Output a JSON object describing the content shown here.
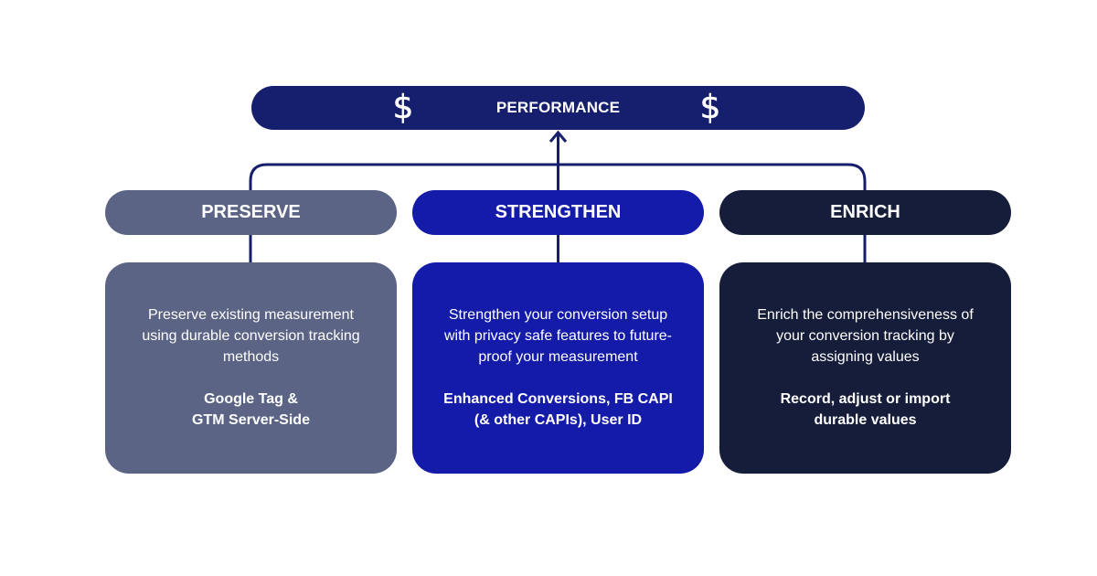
{
  "colors": {
    "performance": "#161f6e",
    "preserve": "#5b6485",
    "strengthen": "#141ba8",
    "enrich": "#161d3b",
    "connector": "#161f6e"
  },
  "top": {
    "title": "PERFORMANCE",
    "icon_left": "dollar-icon",
    "icon_right": "dollar-icon",
    "symbol": "$"
  },
  "pillars": [
    {
      "heading": "PRESERVE",
      "description": "Preserve existing measurement using durable conversion tracking methods",
      "tools_line1": "Google Tag &",
      "tools_line2": "GTM Server-Side"
    },
    {
      "heading": "STRENGTHEN",
      "description": "Strengthen your conversion setup with privacy safe features to future-proof your measurement",
      "tools_line1": "Enhanced Conversions, FB CAPI",
      "tools_line2": "(& other CAPIs), User ID"
    },
    {
      "heading": "ENRICH",
      "description": "Enrich the comprehensiveness of your conversion tracking by assigning values",
      "tools_line1": "Record, adjust or import",
      "tools_line2": "durable values"
    }
  ]
}
